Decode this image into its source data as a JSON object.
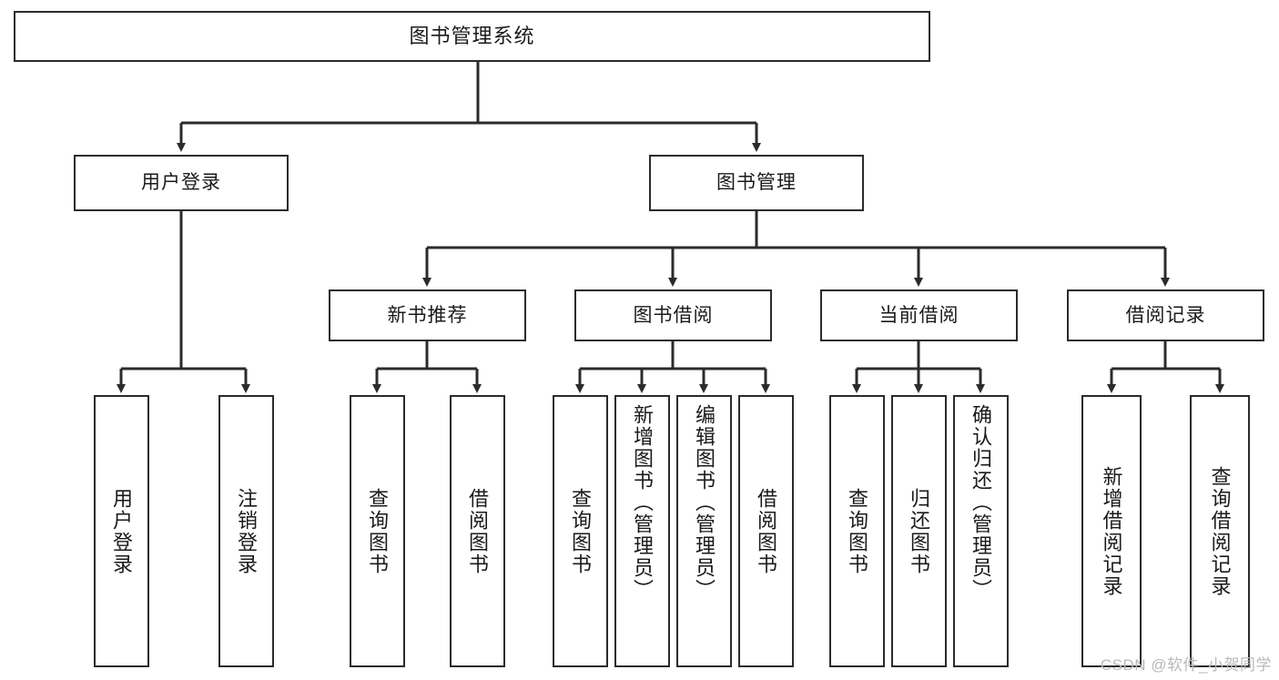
{
  "diagram": {
    "type": "tree-hierarchy-chart",
    "title": "图书管理系统",
    "line_color": "#2b2b2b",
    "box_fill": "#ffffff",
    "text_color": "#1a1a1a",
    "root": {
      "label": "图书管理系统"
    },
    "level2": [
      {
        "label": "用户登录"
      },
      {
        "label": "图书管理"
      }
    ],
    "level3": [
      {
        "label": "新书推荐"
      },
      {
        "label": "图书借阅"
      },
      {
        "label": "当前借阅"
      },
      {
        "label": "借阅记录"
      }
    ],
    "leaves": {
      "user_login": [
        {
          "label": "用户登录"
        },
        {
          "label": "注销登录"
        }
      ],
      "new_book_recommend": [
        {
          "label": "查询图书"
        },
        {
          "label": "借阅图书"
        }
      ],
      "book_borrow": [
        {
          "label": "查询图书"
        },
        {
          "label": "新增图书（管理员）"
        },
        {
          "label": "编辑图书（管理员）"
        },
        {
          "label": "借阅图书"
        }
      ],
      "current_borrow": [
        {
          "label": "查询图书"
        },
        {
          "label": "归还图书"
        },
        {
          "label": "确认归还（管理员）"
        }
      ],
      "borrow_record": [
        {
          "label": "新增借阅记录"
        },
        {
          "label": "查询借阅记录"
        }
      ]
    },
    "watermark": "CSDN @软件_小贺同学"
  }
}
